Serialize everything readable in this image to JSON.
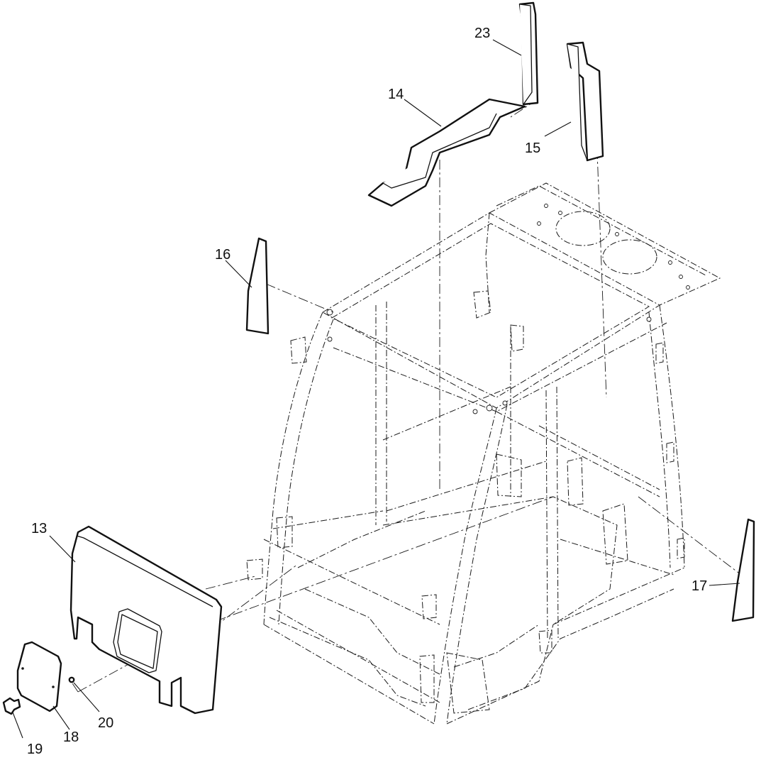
{
  "callouts": [
    {
      "id": "13",
      "text": "13"
    },
    {
      "id": "14",
      "text": "14"
    },
    {
      "id": "15",
      "text": "15"
    },
    {
      "id": "16",
      "text": "16"
    },
    {
      "id": "17",
      "text": "17"
    },
    {
      "id": "18",
      "text": "18"
    },
    {
      "id": "19",
      "text": "19"
    },
    {
      "id": "20",
      "text": "20"
    },
    {
      "id": "23",
      "text": "23"
    }
  ]
}
